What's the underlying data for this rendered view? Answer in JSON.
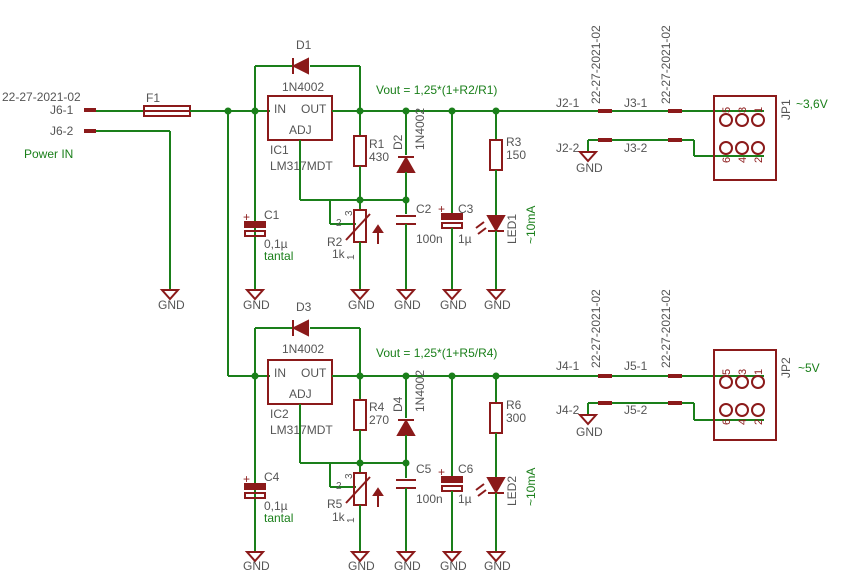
{
  "input": {
    "stamp": "22-27-2021-02",
    "j6_1": "J6-1",
    "j6_2": "J6-2",
    "power_in": "Power IN",
    "fuse": "F1",
    "gnd": "GND"
  },
  "stage1": {
    "diode_name": "D1",
    "diode_part": "1N4002",
    "reg_name": "IC1",
    "reg_part": "LM317MDT",
    "pin_in": "IN",
    "pin_out": "OUT",
    "pin_adj": "ADJ",
    "formula": "Vout = 1,25*(1+R2/R1)",
    "r1_name": "R1",
    "r1_value": "430",
    "r2_name": "R2",
    "r2_value": "1k",
    "d2_name": "D2",
    "d2_part": "1N4002",
    "r3_name": "R3",
    "r3_value": "150",
    "c1_name": "C1",
    "c1_value": "0,1µ",
    "c1_type": "tantal",
    "c2_name": "C2",
    "c2_value": "100n",
    "c3_name": "C3",
    "c3_value": "1µ",
    "led_name": "LED1",
    "led_current": "~10mA",
    "conn_left_1": "J2-1",
    "conn_left_2": "J2-2",
    "conn_right_1": "J3-1",
    "conn_right_2": "J3-2",
    "stamp_a": "22-27-2021-02",
    "stamp_b": "22-27-2021-02",
    "jp_name": "JP1",
    "voltage": "~3,6V",
    "gnd": "GND"
  },
  "stage2": {
    "diode_name": "D3",
    "diode_part": "1N4002",
    "reg_name": "IC2",
    "reg_part": "LM317MDT",
    "pin_in": "IN",
    "pin_out": "OUT",
    "pin_adj": "ADJ",
    "formula": "Vout = 1,25*(1+R5/R4)",
    "r4_name": "R4",
    "r4_value": "270",
    "r5_name": "R5",
    "r5_value": "1k",
    "d4_name": "D4",
    "d4_part": "1N4002",
    "r6_name": "R6",
    "r6_value": "300",
    "c4_name": "C4",
    "c4_value": "0,1µ",
    "c4_type": "tantal",
    "c5_name": "C5",
    "c5_value": "100n",
    "c6_name": "C6",
    "c6_value": "1µ",
    "led_name": "LED2",
    "led_current": "~10mA",
    "conn_left_1": "J4-1",
    "conn_left_2": "J4-2",
    "conn_right_1": "J5-1",
    "conn_right_2": "J5-2",
    "stamp_a": "22-27-2021-02",
    "stamp_b": "22-27-2021-02",
    "jp_name": "JP2",
    "voltage": "~5V",
    "gnd": "GND"
  },
  "pot_pins": {
    "p1": "1",
    "p2": "2",
    "p3": "3"
  },
  "header_pins": {
    "p1": "1",
    "p2": "2",
    "p3": "3",
    "p4": "4",
    "p5": "5",
    "p6": "6"
  },
  "colors": {
    "wire": "#1a7f1a",
    "symbol": "#8b1a1a",
    "text": "#555555"
  }
}
